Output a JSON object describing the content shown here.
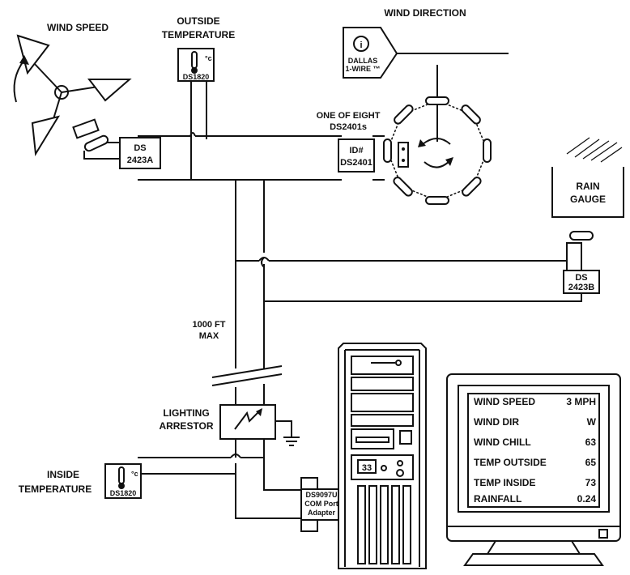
{
  "labels": {
    "wind_speed": "WIND SPEED",
    "outside_temp_1": "OUTSIDE",
    "outside_temp_2": "TEMPERATURE",
    "wind_direction": "WIND DIRECTION",
    "one_of_eight_1": "ONE OF EIGHT",
    "one_of_eight_2": "DS2401s",
    "rain_gauge_1": "RAIN",
    "rain_gauge_2": "GAUGE",
    "max_dist_1": "1000 FT",
    "max_dist_2": "MAX",
    "arrestor_1": "LIGHTING",
    "arrestor_2": "ARRESTOR",
    "inside_temp_1": "INSIDE",
    "inside_temp_2": "TEMPERATURE"
  },
  "chips": {
    "ds2423a_1": "DS",
    "ds2423a_2": "2423A",
    "ds2401_1": "ID#",
    "ds2401_2": "DS2401",
    "ds2423b_1": "DS",
    "ds2423b_2": "2423B",
    "ds1820_out": "DS1820",
    "ds1820_in": "DS1820",
    "degree_unit": "°c",
    "adapter_1": "DS9097U",
    "adapter_2": "COM Port",
    "adapter_3": "Adapter",
    "dallas_1": "DALLAS",
    "dallas_2": "1-WIRE ™",
    "pc_display": "33"
  },
  "readout": [
    {
      "label": "WIND SPEED",
      "value": "3 MPH"
    },
    {
      "label": "WIND DIR",
      "value": "W"
    },
    {
      "label": "WIND CHILL",
      "value": "63"
    },
    {
      "label": "TEMP OUTSIDE",
      "value": "65"
    },
    {
      "label": "TEMP INSIDE",
      "value": "73"
    },
    {
      "label": "RAINFALL",
      "value": "0.24"
    }
  ]
}
